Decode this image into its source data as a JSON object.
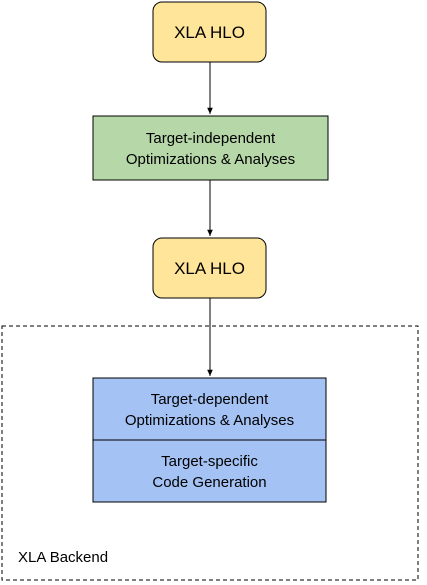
{
  "colors": {
    "hlo_fill": "#ffe599",
    "hlo_stroke": "#000000",
    "independent_fill": "#b6d7a8",
    "dependent_fill": "#a4c2f4",
    "edge": "#000000",
    "region_border": "#000000"
  },
  "nodes": {
    "hlo_top": {
      "label": "XLA HLO"
    },
    "target_independent": {
      "line1": "Target-independent",
      "line2": "Optimizations & Analyses"
    },
    "hlo_middle": {
      "label": "XLA HLO"
    },
    "target_dependent": {
      "line1": "Target-dependent",
      "line2": "Optimizations & Analyses"
    },
    "target_specific": {
      "line1": "Target-specific",
      "line2": "Code Generation"
    }
  },
  "regions": {
    "backend": {
      "label": "XLA Backend",
      "border_style": "dashed"
    }
  },
  "edges": [
    {
      "from": "hlo_top",
      "to": "target_independent"
    },
    {
      "from": "target_independent",
      "to": "hlo_middle"
    },
    {
      "from": "hlo_middle",
      "to": "target_dependent"
    }
  ]
}
